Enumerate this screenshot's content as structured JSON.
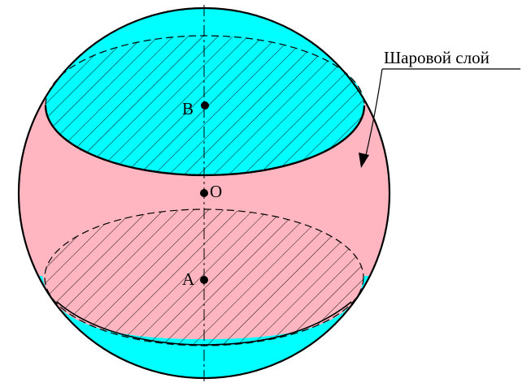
{
  "figure": {
    "callout_label": "Шаровой слой",
    "points": [
      {
        "id": "B",
        "label": "B"
      },
      {
        "id": "O",
        "label": "O"
      },
      {
        "id": "A",
        "label": "A"
      }
    ]
  },
  "colors": {
    "sphere_cap": "#00ffff",
    "spherical_layer": "#ffb6c1",
    "stroke": "#000000",
    "background": "#ffffff"
  }
}
